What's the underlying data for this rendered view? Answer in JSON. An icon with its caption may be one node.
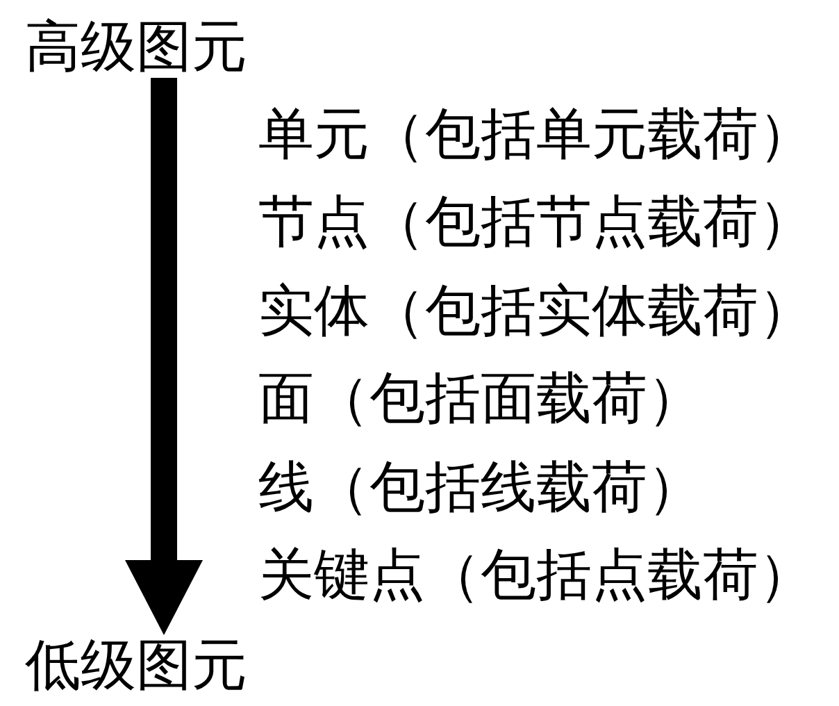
{
  "diagram": {
    "nodes": [
      {
        "text": [
          "高级图元"
        ]
      },
      {
        "text": [
          "低级图元"
        ]
      }
    ],
    "edges": [
      {
        "from": 0,
        "to": 1,
        "arrow": "to"
      }
    ],
    "labels": [
      "单元（包括单元载荷）",
      "节点（包括节点载荷）",
      "实体（包括实体载荷）",
      "面（包括面载荷）",
      "线（包括线载荷）",
      "关键点（包括点载荷）"
    ]
  }
}
